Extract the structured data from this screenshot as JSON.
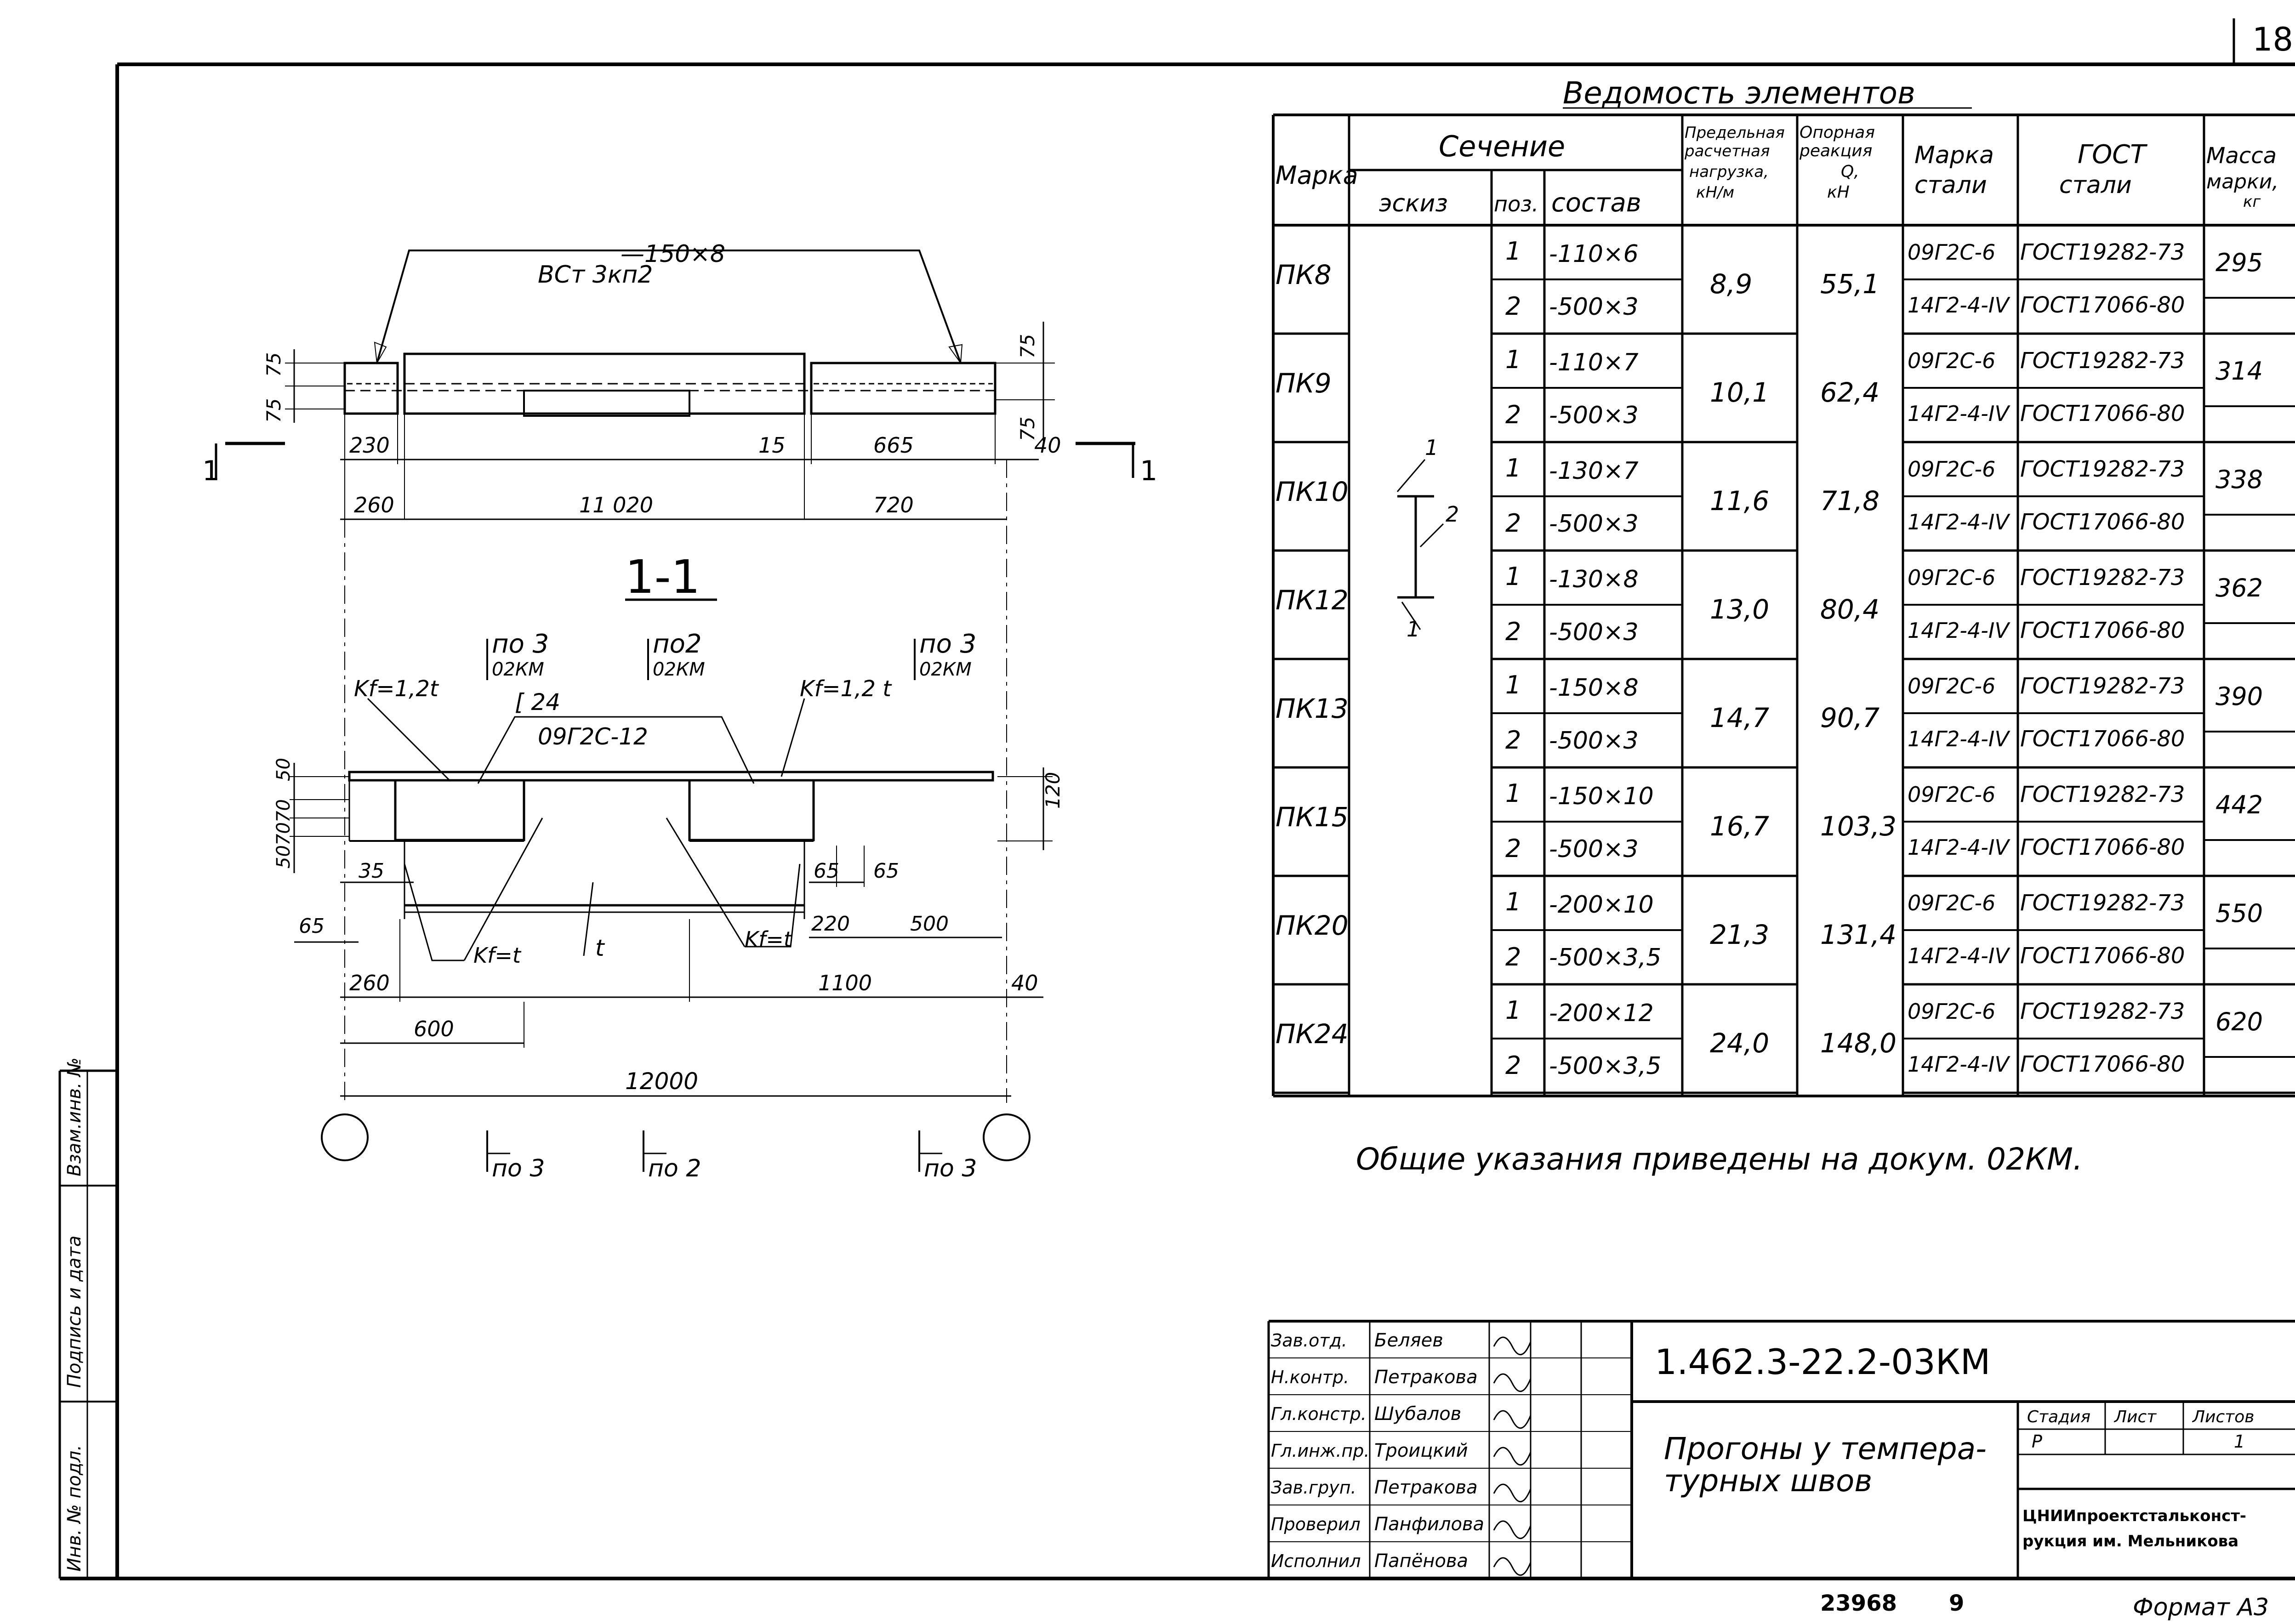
{
  "sheet_number": "18",
  "drawing": {
    "title_plate": "—150×8",
    "steel_grade_top": "ВСт 3кп2",
    "dims_top": [
      "75",
      "75",
      "75",
      "75",
      "230",
      "15",
      "665",
      "40",
      "260",
      "11 020",
      "720"
    ],
    "section_label": "1-1",
    "section_marker": "1",
    "notes": {
      "ref_left": "по 3",
      "ref_left_doc": "02КМ",
      "ref_mid": "по2",
      "ref_mid_doc": "02КМ",
      "ref_right": "по 3",
      "ref_right_doc": "02КМ",
      "kf_left": "Kf=1,2t",
      "kf_right": "Kf=1,2 t",
      "channel": "[ 24",
      "channel_steel": "09Г2С-12",
      "kf_bottom_left": "Kf=t",
      "kf_bottom_right": "Kf=t",
      "t_label": "t"
    },
    "dims_bottom": [
      "50",
      "70",
      "70",
      "50",
      "120",
      "35",
      "65",
      "65",
      "65",
      "220",
      "500",
      "260",
      "1100",
      "40",
      "600",
      "12000"
    ],
    "bottom_refs": [
      "по 3",
      "по 2",
      "по 3"
    ]
  },
  "table": {
    "title": "Ведомость элементов",
    "headers": {
      "marka": "Марка",
      "sechenie": "Сечение",
      "eskiz": "эскиз",
      "poz": "поз.",
      "sostav": "состав",
      "load": [
        "Предельная",
        "расчетная",
        "нагрузка,",
        "кН/м"
      ],
      "reaction": [
        "Опорная",
        "реакция",
        "Q,",
        "кН"
      ],
      "steel": [
        "Марка",
        "стали"
      ],
      "gost": [
        "ГОСТ",
        "стали"
      ],
      "mass": [
        "Масса",
        "марки,",
        "кг"
      ]
    },
    "sketch_labels": [
      "1",
      "2",
      "1"
    ],
    "rows": [
      {
        "mark": "ПК8",
        "p1": "-110×6",
        "p2": "-500×3",
        "load": "8,9",
        "react": "55,1",
        "s1": "09Г2С-6",
        "s2": "14Г2-4-IV",
        "g1": "ГОСТ19282-73",
        "g2": "ГОСТ17066-80",
        "mass": "295"
      },
      {
        "mark": "ПК9",
        "p1": "-110×7",
        "p2": "-500×3",
        "load": "10,1",
        "react": "62,4",
        "s1": "09Г2С-6",
        "s2": "14Г2-4-IV",
        "g1": "ГОСТ19282-73",
        "g2": "ГОСТ17066-80",
        "mass": "314"
      },
      {
        "mark": "ПК10",
        "p1": "-130×7",
        "p2": "-500×3",
        "load": "11,6",
        "react": "71,8",
        "s1": "09Г2С-6",
        "s2": "14Г2-4-IV",
        "g1": "ГОСТ19282-73",
        "g2": "ГОСТ17066-80",
        "mass": "338"
      },
      {
        "mark": "ПК12",
        "p1": "-130×8",
        "p2": "-500×3",
        "load": "13,0",
        "react": "80,4",
        "s1": "09Г2С-6",
        "s2": "14Г2-4-IV",
        "g1": "ГОСТ19282-73",
        "g2": "ГОСТ17066-80",
        "mass": "362"
      },
      {
        "mark": "ПК13",
        "p1": "-150×8",
        "p2": "-500×3",
        "load": "14,7",
        "react": "90,7",
        "s1": "09Г2С-6",
        "s2": "14Г2-4-IV",
        "g1": "ГОСТ19282-73",
        "g2": "ГОСТ17066-80",
        "mass": "390"
      },
      {
        "mark": "ПК15",
        "p1": "-150×10",
        "p2": "-500×3",
        "load": "16,7",
        "react": "103,3",
        "s1": "09Г2С-6",
        "s2": "14Г2-4-IV",
        "g1": "ГОСТ19282-73",
        "g2": "ГОСТ17066-80",
        "mass": "442"
      },
      {
        "mark": "ПК20",
        "p1": "-200×10",
        "p2": "-500×3,5",
        "load": "21,3",
        "react": "131,4",
        "s1": "09Г2С-6",
        "s2": "14Г2-4-IV",
        "g1": "ГОСТ19282-73",
        "g2": "ГОСТ17066-80",
        "mass": "550"
      },
      {
        "mark": "ПК24",
        "p1": "-200×12",
        "p2": "-500×3,5",
        "load": "24,0",
        "react": "148,0",
        "s1": "09Г2С-6",
        "s2": "14Г2-4-IV",
        "g1": "ГОСТ19282-73",
        "g2": "ГОСТ17066-80",
        "mass": "620"
      }
    ]
  },
  "general_note": "Общие указания приведены на докум. 02КМ.",
  "left_margin": [
    "Взам.инв. №",
    "Подпись и дата",
    "Инв. № подл."
  ],
  "title_block": {
    "doc_code": "1.462.3-22.2-03КМ",
    "title_line1": "Прогоны у темпера-",
    "title_line2": "турных швов",
    "stage_label": "Стадия",
    "sheet_label": "Лист",
    "sheets_label": "Листов",
    "stage": "Р",
    "sheets": "1",
    "org_line1": "ЦНИИпроектстальконст-",
    "org_line2": "рукция им. Мельникова",
    "people": [
      {
        "role": "Зав.отд.",
        "name": "Беляев"
      },
      {
        "role": "Н.контр.",
        "name": "Петракова"
      },
      {
        "role": "Гл.констр.",
        "name": "Шубалов"
      },
      {
        "role": "Гл.инж.пр.",
        "name": "Троицкий"
      },
      {
        "role": "Зав.груп.",
        "name": "Петракова"
      },
      {
        "role": "Проверил",
        "name": "Панфилова"
      },
      {
        "role": "Исполнил",
        "name": "Папёнова"
      }
    ]
  },
  "bottom_stamp": {
    "number": "23968",
    "page": "9",
    "format": "Формат А3"
  }
}
